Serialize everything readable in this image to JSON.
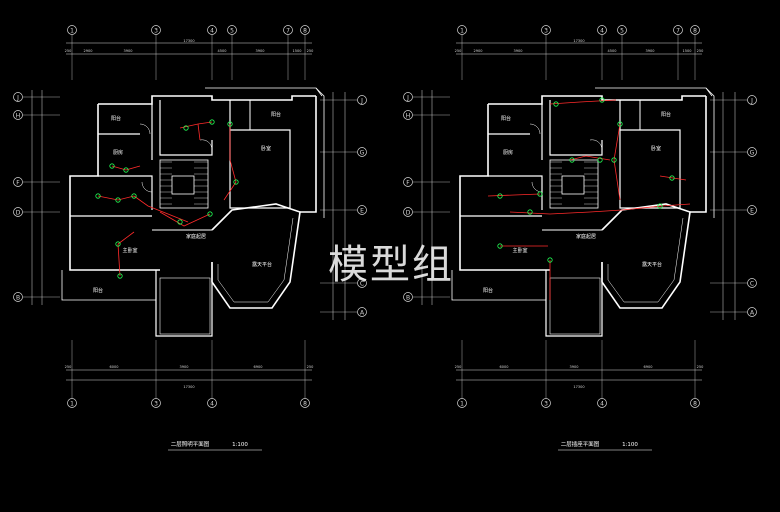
{
  "colors": {
    "background": "#000000",
    "wall": "#ffffff",
    "dimension": "#d8d8d8",
    "wire": "#ff2a2a",
    "fixture": "#22ff55"
  },
  "watermark": "模型组",
  "grid_labels": {
    "top": [
      "1",
      "3",
      "4",
      "5",
      "7",
      "8"
    ],
    "bottom": [
      "1",
      "3",
      "4",
      "8"
    ],
    "left": [
      "J",
      "H",
      "F",
      "D",
      "B"
    ],
    "right": [
      "J",
      "G",
      "E",
      "C",
      "A"
    ]
  },
  "top_dimensions": [
    "2900",
    "3900",
    "4500",
    "3900",
    "1500"
  ],
  "top_total": "17300",
  "bottom_dimensions": [
    "6000",
    "3900",
    "6900"
  ],
  "bottom_total": "17300",
  "edge_dimension": "250",
  "rooms": {
    "balcony": "阳台",
    "kitchen": "厨房",
    "bedroom": "卧室",
    "master_bedroom": "主卧室",
    "family_hall": "家庭起居",
    "terrace": "露天平台"
  },
  "plans": [
    {
      "title": "二层照明平面图",
      "scale": "1:100"
    },
    {
      "title": "二层插座平面图",
      "scale": "1:100"
    }
  ]
}
